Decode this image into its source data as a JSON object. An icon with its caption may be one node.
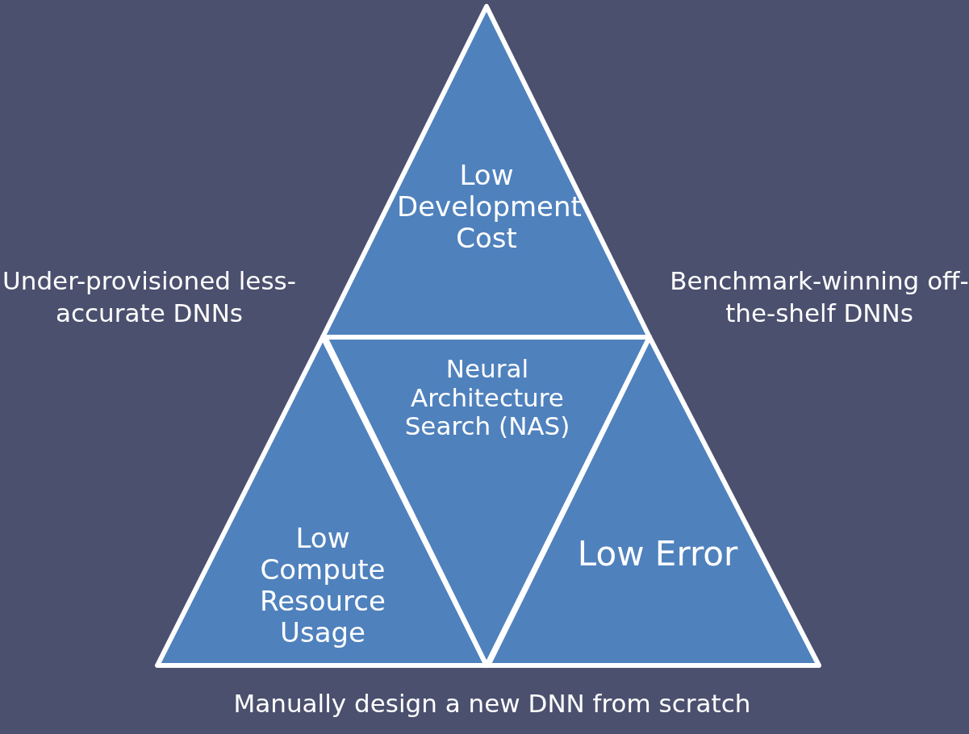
{
  "diagram": {
    "nodes": [
      {
        "text": [
          "Low Development Cost"
        ]
      },
      {
        "text": [
          "Low Compute Resource Usage"
        ]
      },
      {
        "text": [
          "Neural Architecture Search (NAS)"
        ]
      },
      {
        "text": [
          "Low Error"
        ]
      }
    ],
    "labels": [
      "Under-provisioned less-accurate DNNs",
      "Benchmark-winning off-the-shelf DNNs",
      "Manually design a new DNN from scratch"
    ]
  }
}
